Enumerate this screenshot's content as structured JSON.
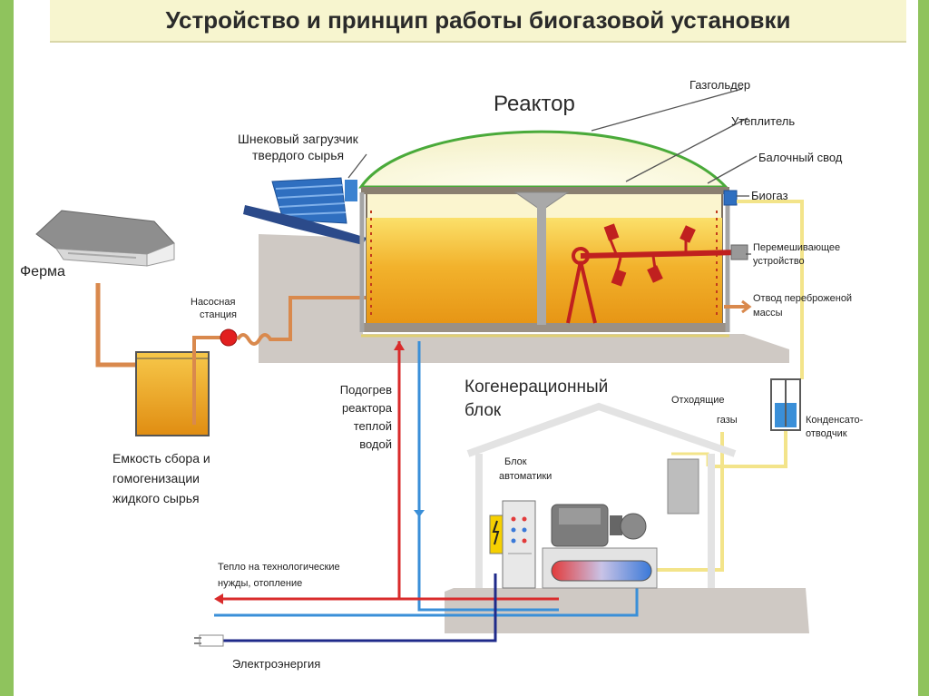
{
  "title": "Устройство и принцип работы биогазовой установки",
  "labels": {
    "reactor": "Реактор",
    "gasholder": "Газгольдер",
    "insulation": "Утеплитель",
    "beam_vault": "Балочный свод",
    "biogas": "Биогаз",
    "mixer_line1": "Перемешивающее",
    "mixer_line2": "устройство",
    "outlet_line1": "Отвод переброженой",
    "outlet_line2": "массы",
    "screw_line1": "Шнековый загрузчик",
    "screw_line2": "твердого сырья",
    "farm": "Ферма",
    "pump_line1": "Насосная",
    "pump_line2": "станция",
    "tank_line1": "Емкость сбора и",
    "tank_line2": "гомогенизации",
    "tank_line3": "жидкого сырья",
    "heating_line1": "Подогрев",
    "heating_line2": "реактора",
    "heating_line3": "теплой",
    "heating_line4": "водой",
    "chp_line1": "Когенерационный",
    "chp_line2": "блок",
    "exhaust_line1": "Отходящие",
    "exhaust_line2": "газы",
    "condensate_line1": "Конденсато-",
    "condensate_line2": "отводчик",
    "automation_line1": "Блок",
    "automation_line2": "автоматики",
    "heat_line1": "Тепло на технологические",
    "heat_line2": "нужды, отопление",
    "electricity": "Электроэнергия"
  },
  "colors": {
    "accent_green": "#8fc35d",
    "title_bg": "#f7f5cf",
    "substrate": "#f0a81e",
    "pipe_orange": "#d9894d",
    "pipe_red": "#d92b2b",
    "pipe_blue": "#3a8fd8",
    "pipe_navy": "#1f2a8a",
    "gas_yellow": "#f3e48a",
    "ground": "#cfc9c4"
  }
}
